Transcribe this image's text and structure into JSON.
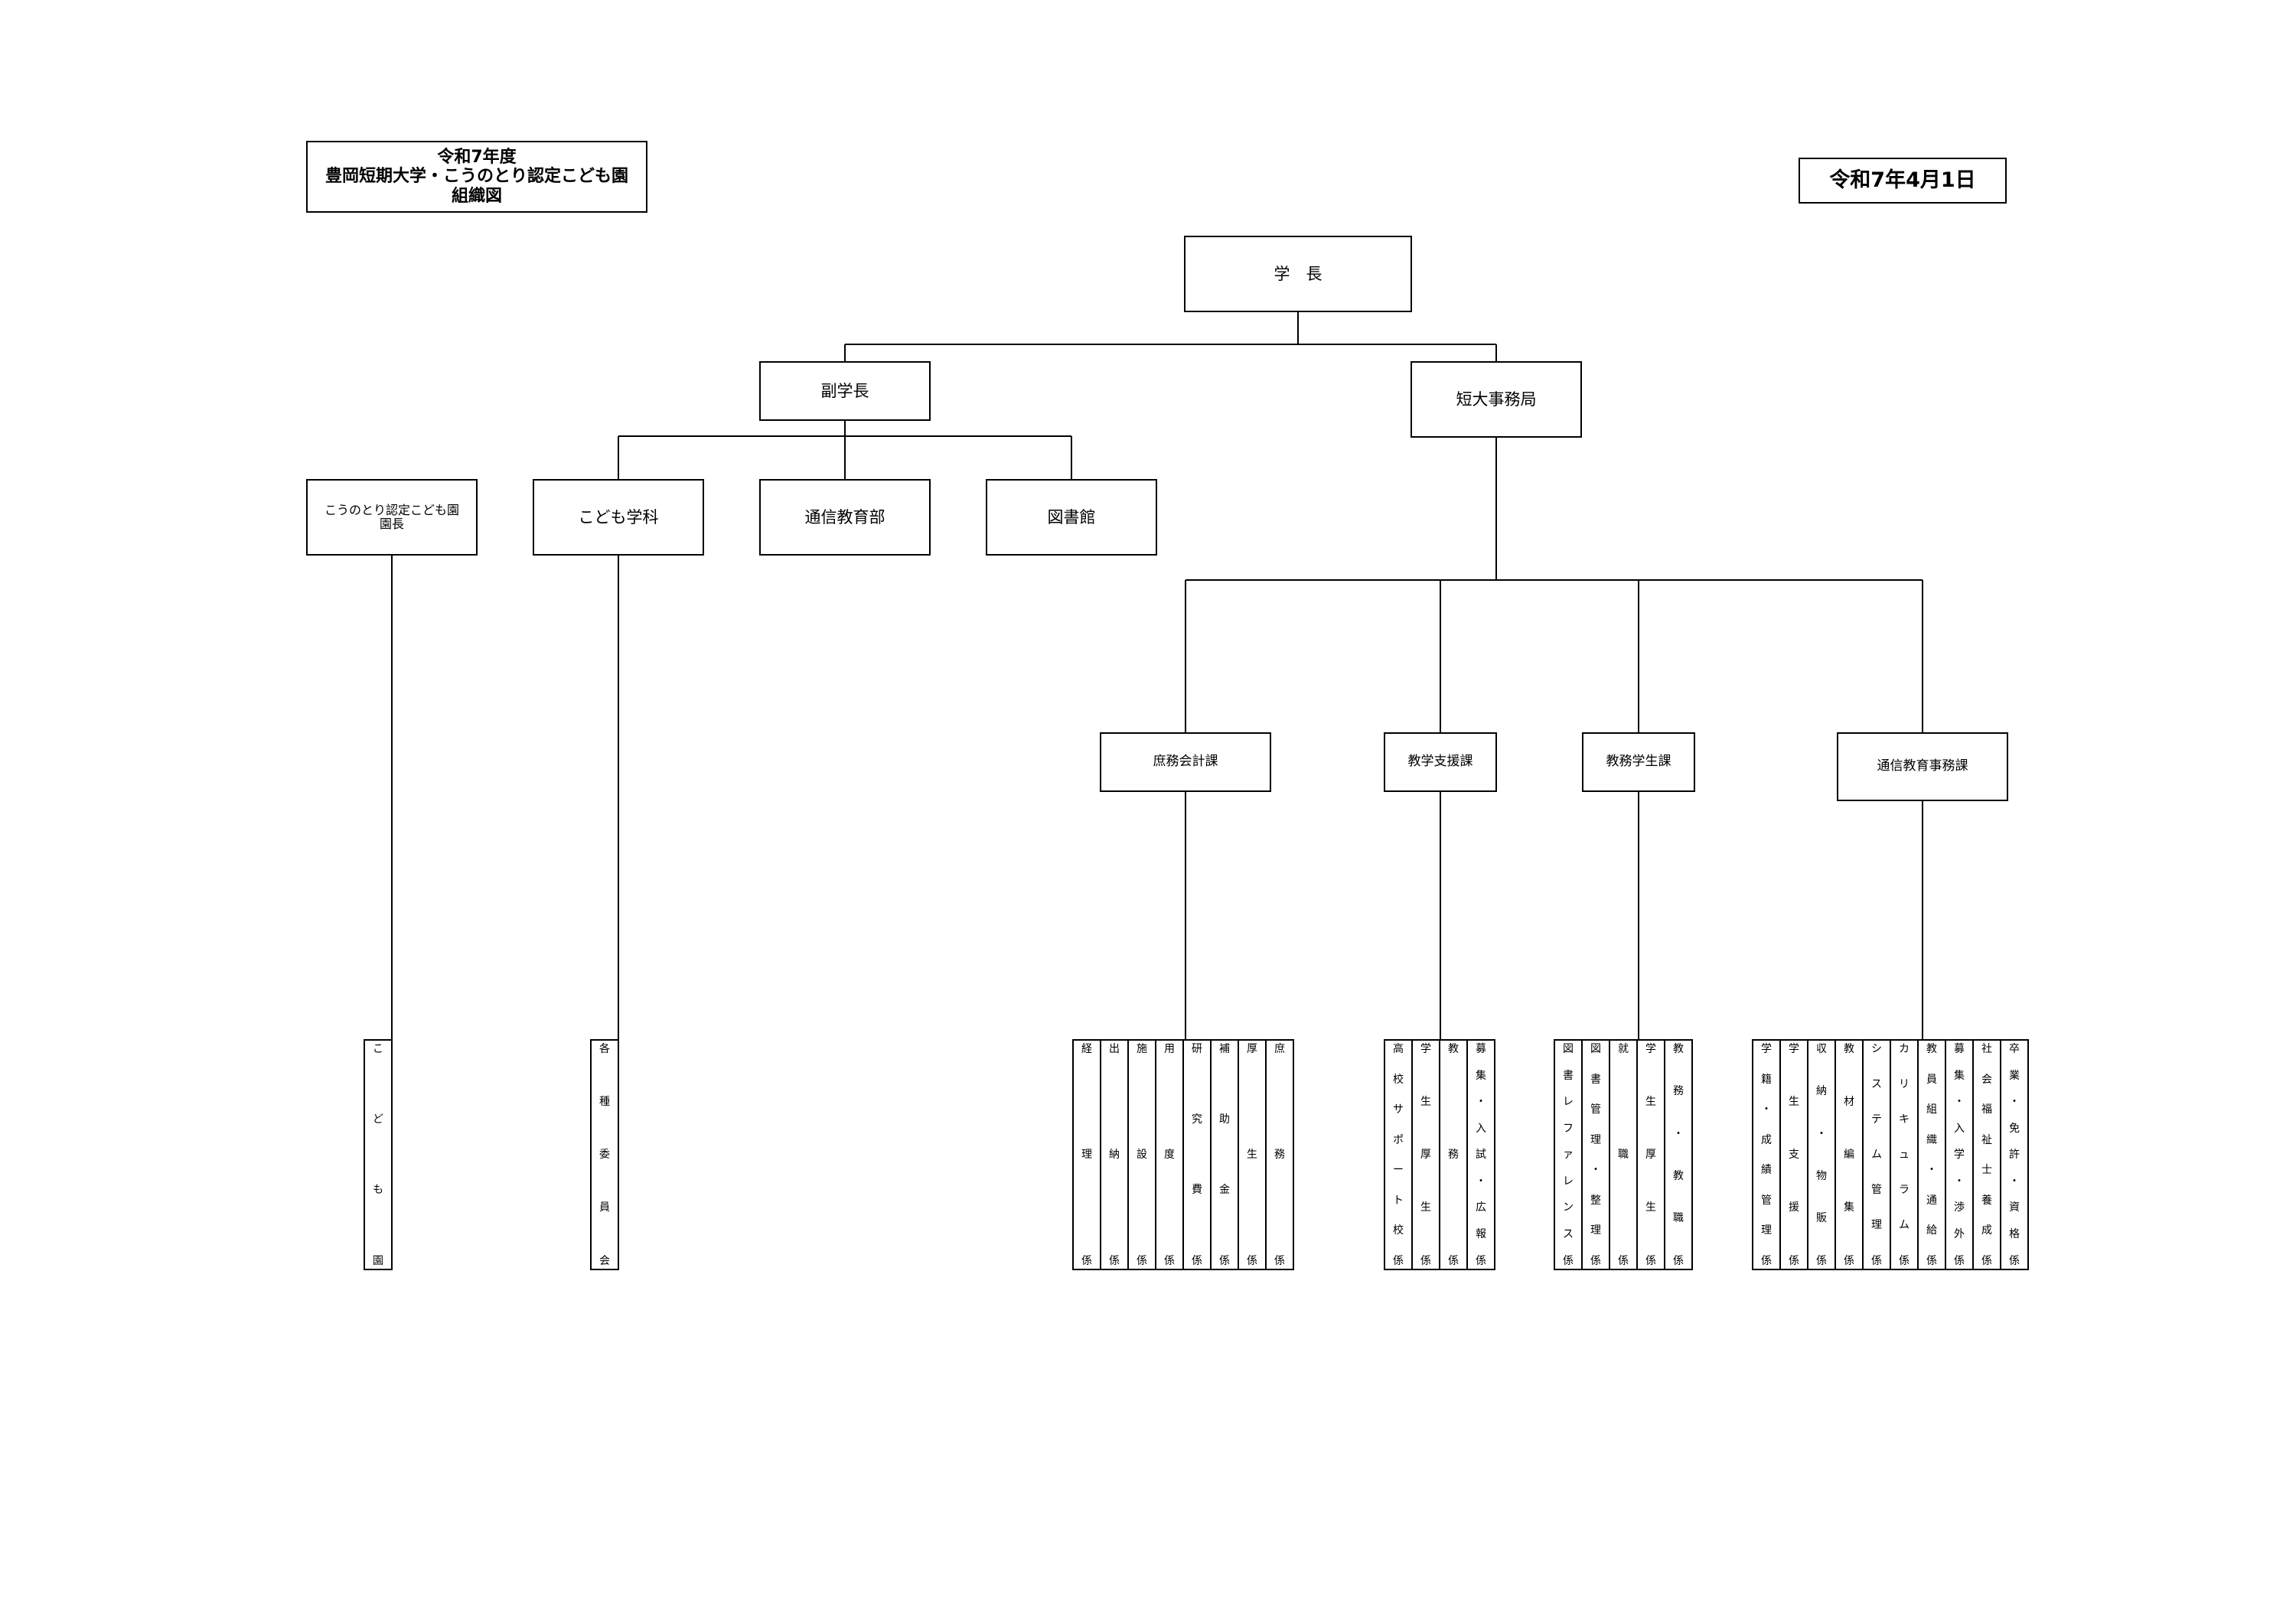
{
  "title": {
    "line1": "令和7年度",
    "line2": "豊岡短期大学・こうのとり認定こども園",
    "line3": "組織図"
  },
  "date": "令和7年4月1日",
  "nodes": {
    "president": "学　長",
    "vice_president": "副学長",
    "office": "短大事務局",
    "kindergarten_head_line1": "こうのとり認定こども園",
    "kindergarten_head_line2": "園長",
    "child_dept": "こども学科",
    "correspondence_dept": "通信教育部",
    "library": "図書館",
    "general_affairs": "庶務会計課",
    "academic_support": "教学支援課",
    "student_affairs": "教務学生課",
    "correspondence_office": "通信教育事務課"
  },
  "sections": {
    "kindergarten": [
      "こども園"
    ],
    "child_dept": [
      "各種委員会"
    ],
    "general_affairs": [
      "経理係",
      "出納係",
      "施設係",
      "用度係",
      "研究費係",
      "補助金係",
      "厚生係",
      "庶務係"
    ],
    "academic_support": [
      "高校サポート校係",
      "学生厚生係",
      "教務係",
      "募集・入試・広報係"
    ],
    "student_affairs": [
      "図書レファレンス係",
      "図書管理・整理係",
      "就職係",
      "学生厚生係",
      "教務・教職係"
    ],
    "correspondence_office": [
      "学籍・成績管理係",
      "学生支援係",
      "収納・物販係",
      "教材編集係",
      "システム管理係",
      "カリキュラム係",
      "教員組織・通給係",
      "募集・入学・渉外係",
      "社会福祉士養成係",
      "卒業・免許・資格係"
    ]
  }
}
